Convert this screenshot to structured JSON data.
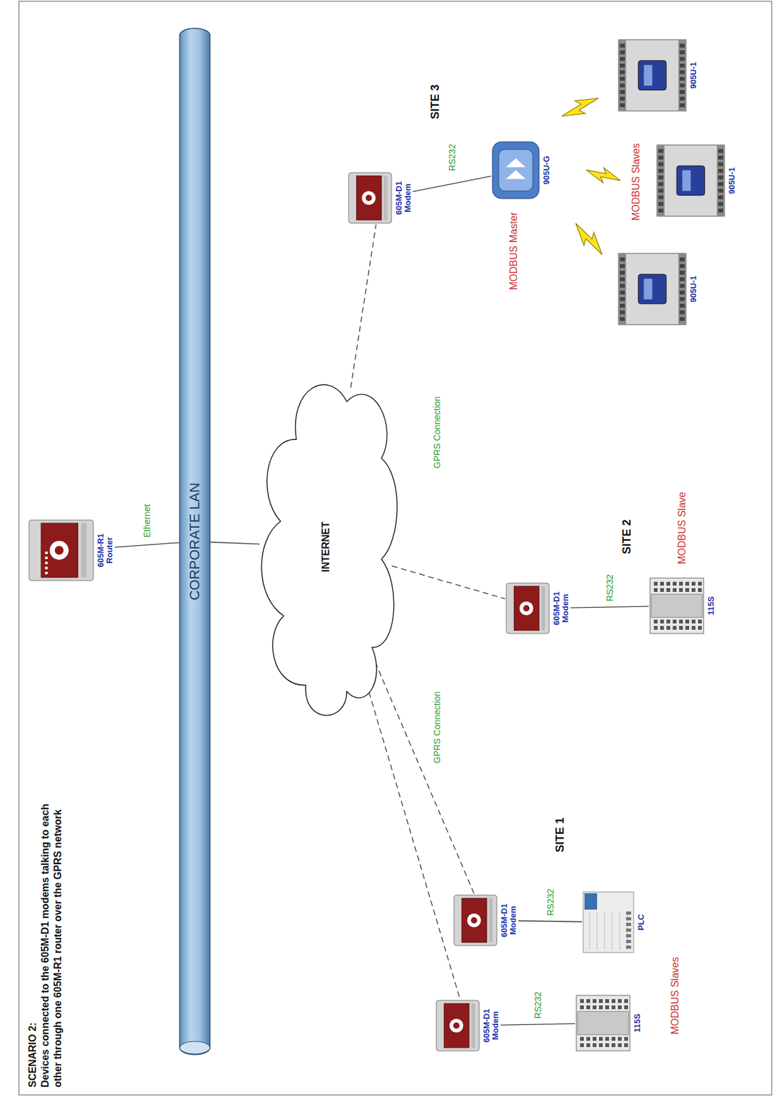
{
  "diagram": {
    "title": "SCENARIO 2:",
    "nodes": [
      {
        "text": [
          "CORPORATE LAN"
        ]
      },
      {
        "text": [
          "605M-R1 Router"
        ]
      },
      {
        "text": [
          "INTERNET"
        ]
      },
      {
        "text": [
          "605M-D1 Modem"
        ]
      },
      {
        "text": [
          "905U-G"
        ]
      },
      {
        "text": [
          "905U-1"
        ]
      },
      {
        "text": [
          "905U-1"
        ]
      },
      {
        "text": [
          "905U-1"
        ]
      },
      {
        "text": [
          "605M-D1 Modem"
        ]
      },
      {
        "text": [
          "115S"
        ]
      },
      {
        "text": [
          "605M-D1 Modem"
        ]
      },
      {
        "text": [
          "PLC"
        ]
      },
      {
        "text": [
          "605M-D1 Modem"
        ]
      },
      {
        "text": [
          "115S"
        ]
      }
    ],
    "edges": [
      {
        "from": 1,
        "to": 0,
        "arrow": "none",
        "label": "Ethernet"
      },
      {
        "from": 0,
        "to": 2,
        "arrow": "none"
      },
      {
        "from": 2,
        "to": 3,
        "arrow": "none"
      },
      {
        "from": 3,
        "to": 4,
        "arrow": "none",
        "label": "RS232"
      },
      {
        "from": 2,
        "to": 8,
        "arrow": "none"
      },
      {
        "from": 8,
        "to": 9,
        "arrow": "none",
        "label": "RS232"
      },
      {
        "from": 2,
        "to": 10,
        "arrow": "none"
      },
      {
        "from": 10,
        "to": 11,
        "arrow": "none",
        "label": "RS232"
      },
      {
        "from": 2,
        "to": 12,
        "arrow": "none"
      },
      {
        "from": 12,
        "to": 13,
        "arrow": "none",
        "label": "RS232"
      }
    ],
    "labels": [
      "Devices connected to the 605M-D1 modems talking to each other through one 605M-R1 router over the GPRS network",
      "GPRS Connection",
      "GPRS Connection",
      "SITE 3",
      "MODBUS Master",
      "MODBUS Slaves",
      "SITE 2",
      "MODBUS Slave",
      "SITE 1",
      "MODBUS Slaves"
    ]
  }
}
